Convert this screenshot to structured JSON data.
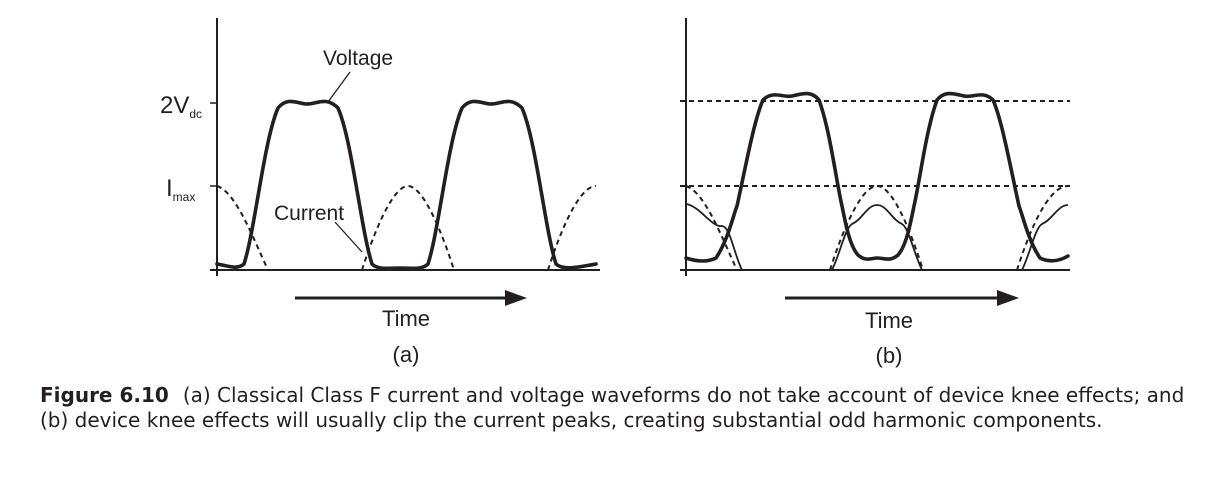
{
  "panel_a": {
    "voltage_label": "Voltage",
    "current_label": "Current",
    "v_level_main": "2V",
    "v_level_sub": "dc",
    "i_level_main": "I",
    "i_level_sub": "max",
    "time_label": "Time",
    "panel_label": "(a)"
  },
  "panel_b": {
    "time_label": "Time",
    "panel_label": "(b)"
  },
  "caption": {
    "number": "Figure 6.10",
    "text": "(a) Classical Class F current and voltage waveforms do not take account of device knee effects; and (b) device knee effects will usually clip the current peaks, creating substantial odd harmonic components."
  }
}
